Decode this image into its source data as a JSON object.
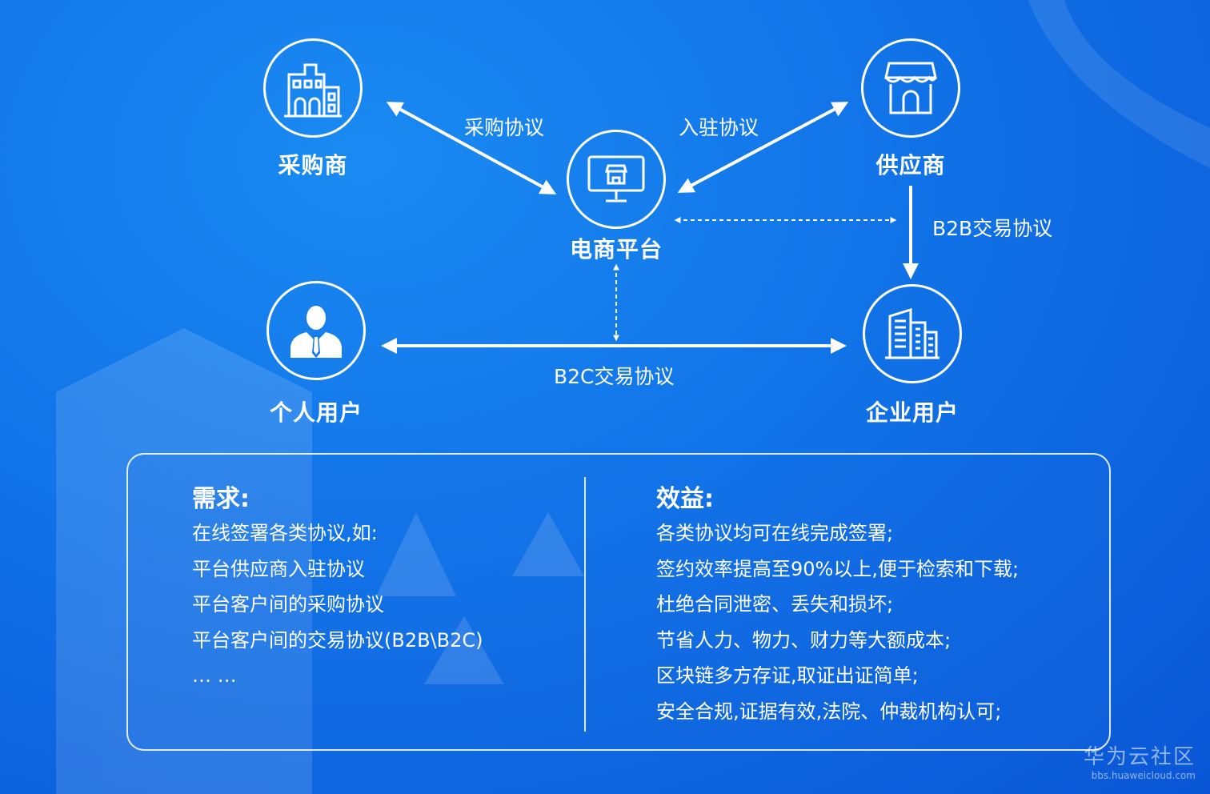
{
  "nodes": {
    "buyer": "采购商",
    "supplier": "供应商",
    "platform": "电商平台",
    "individual": "个人用户",
    "enterprise": "企业用户"
  },
  "edges": {
    "purchase": "采购协议",
    "settle_in": "入驻协议",
    "b2b": "B2B交易协议",
    "b2c": "B2C交易协议"
  },
  "needs": {
    "title": "需求:",
    "items": [
      "在线签署各类协议,如:",
      "平台供应商入驻协议",
      "平台客户间的采购协议",
      "平台客户间的交易协议(B2B\\B2C)",
      "… …"
    ]
  },
  "benefits": {
    "title": "效益:",
    "items": [
      "各类协议均可在线完成签署;",
      "签约效率提高至90%以上,便于检索和下载;",
      "杜绝合同泄密、丢失和损坏;",
      "节省人力、物力、财力等大额成本;",
      "区块链多方存证,取证出证简单;",
      "安全合规,证据有效,法院、仲裁机构认可;"
    ]
  },
  "watermark": {
    "main": "华为云社区",
    "sub": "bbs.huaweicloud.com"
  },
  "icons": [
    "factory-icon",
    "storefront-icon",
    "computer-shop-icon",
    "person-icon",
    "office-building-icon"
  ],
  "colors": {
    "bg_light": "#1a8af2",
    "bg_dark": "#0a56d6",
    "line": "#ffffff"
  }
}
